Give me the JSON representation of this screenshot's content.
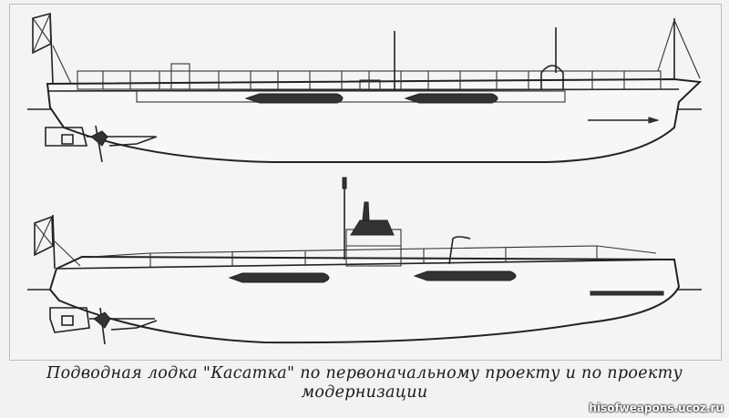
{
  "caption": {
    "line1": "Подводная лодка \"Касатка\" по первоначальному проекту и по проекту",
    "line2": "модернизации"
  },
  "watermark": "hisofweapons.ucoz.ru",
  "colors": {
    "ink": "#222222",
    "paper": "#f4f4f4"
  }
}
